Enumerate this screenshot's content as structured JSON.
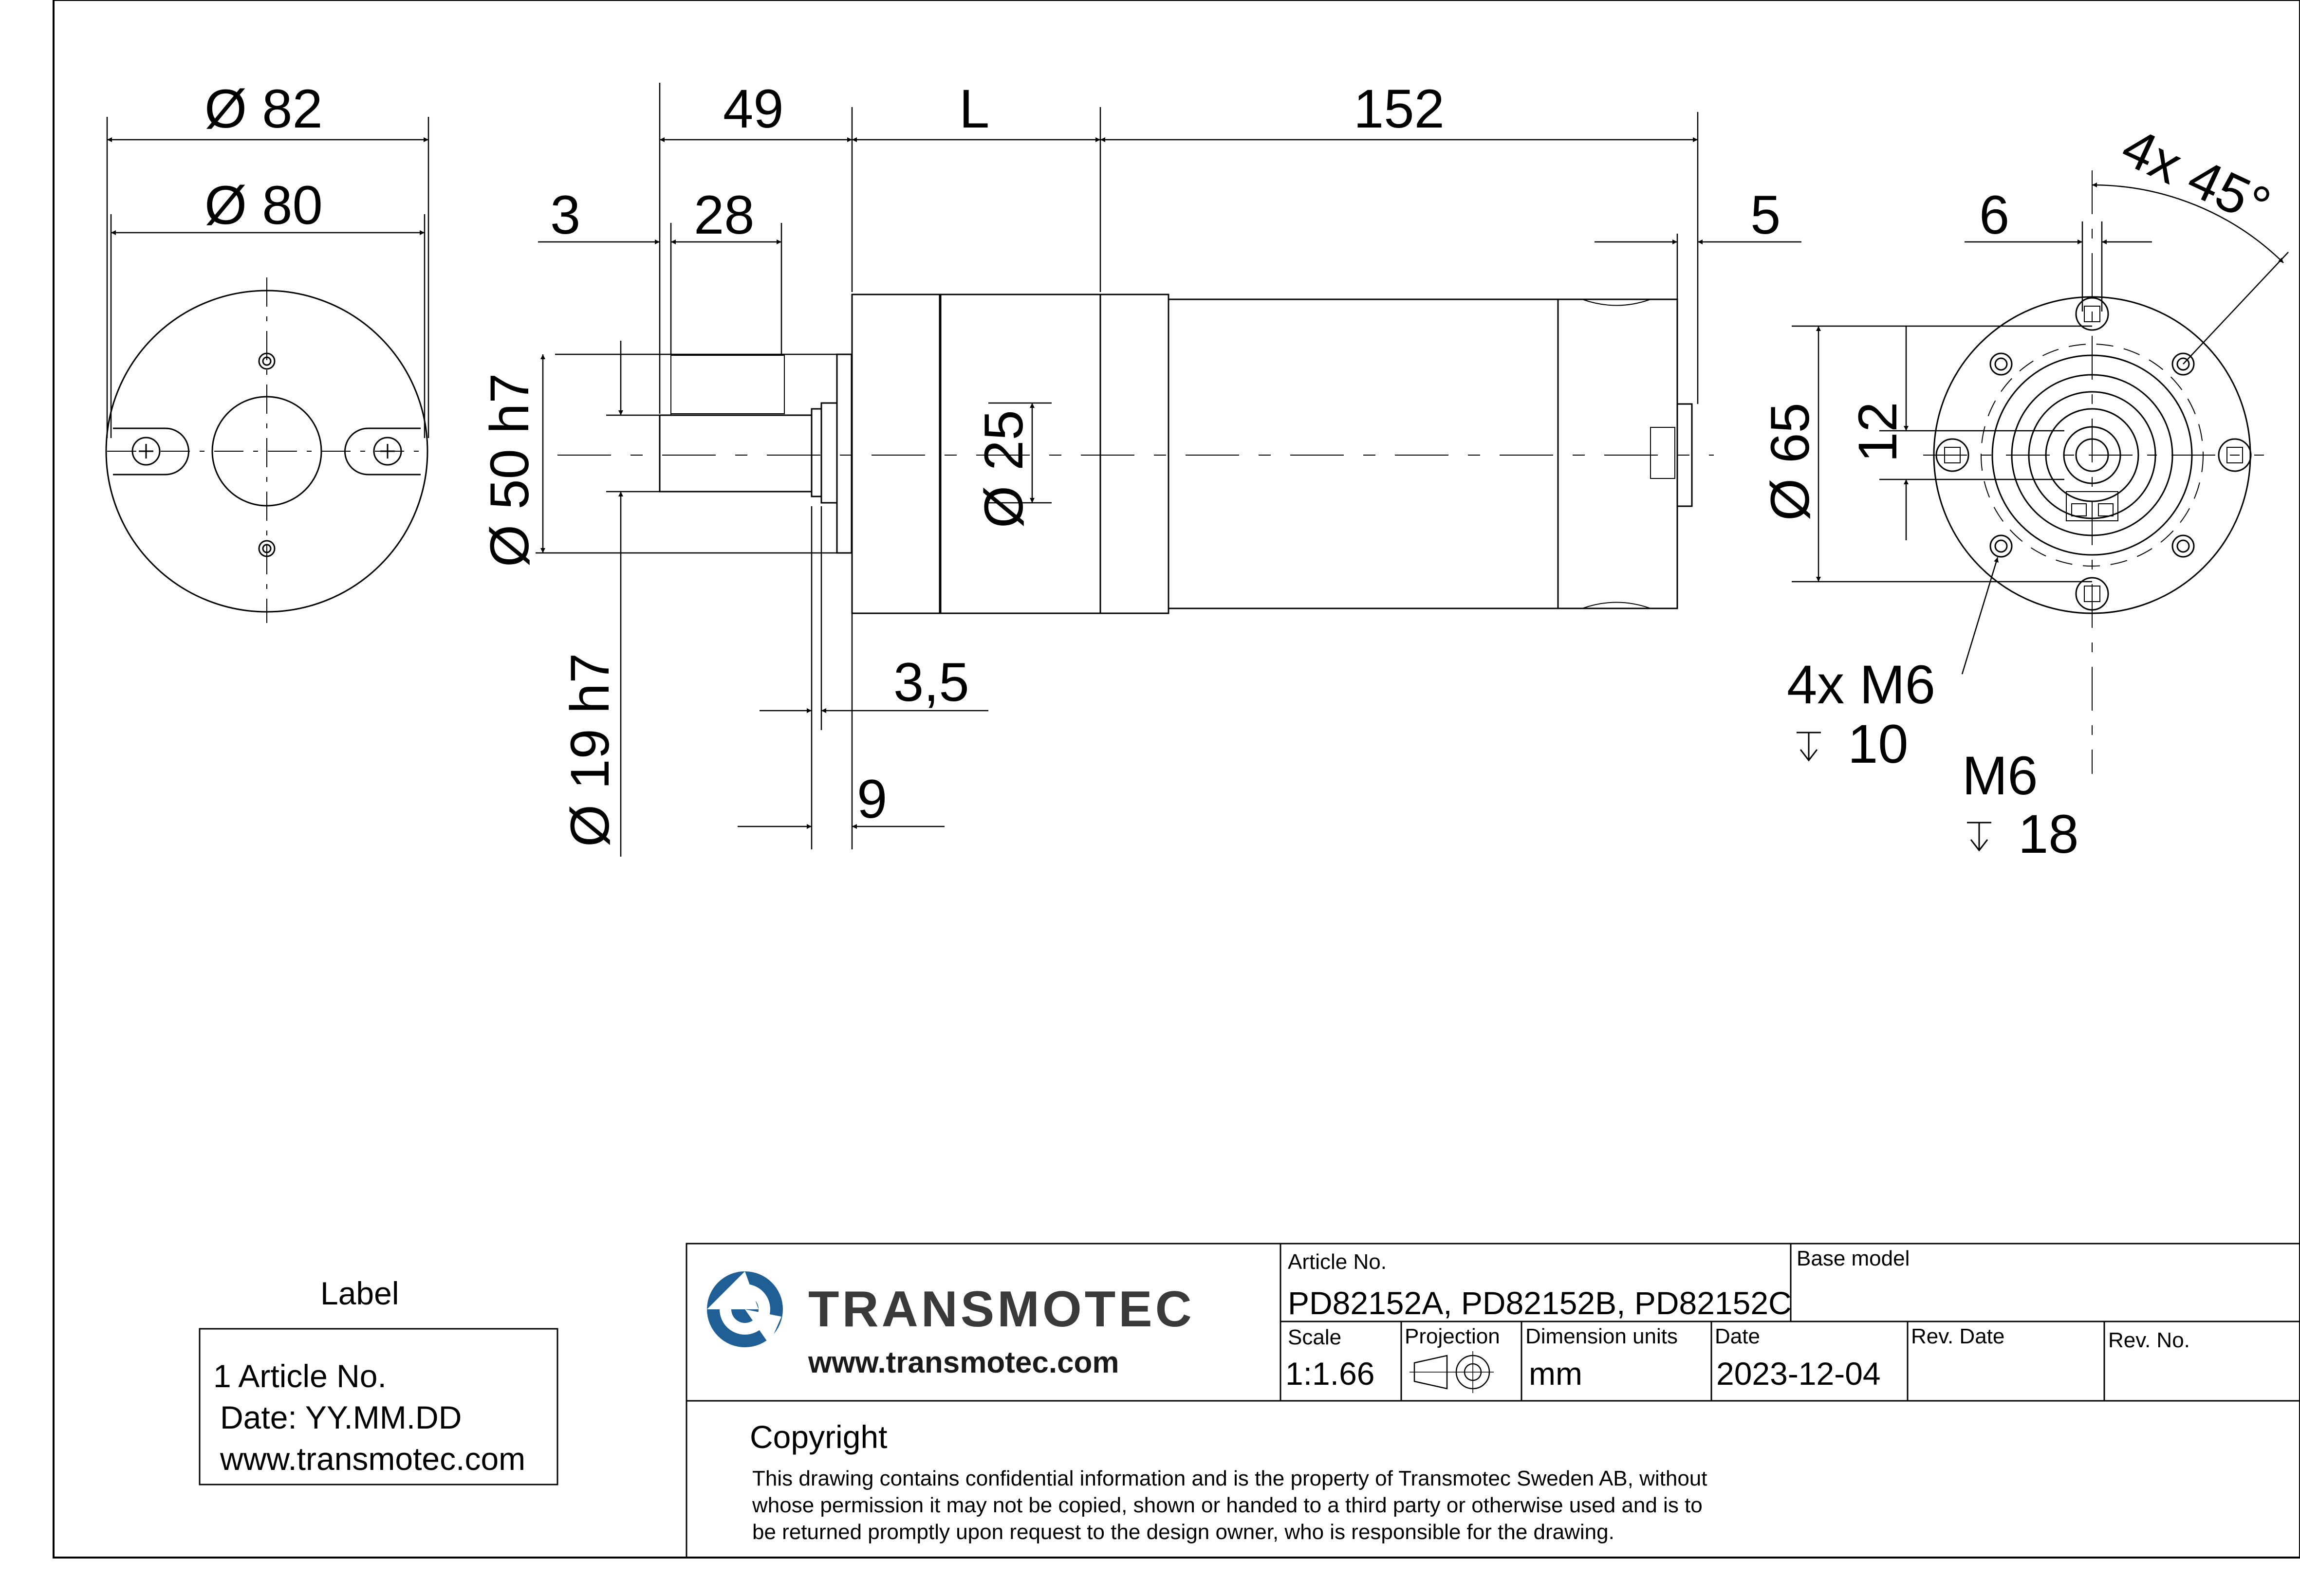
{
  "dimensions": {
    "d82": "Ø 82",
    "d80": "Ø 80",
    "d49": "49",
    "dL": "L",
    "d152": "152",
    "d3": "3",
    "d28": "28",
    "d5": "5",
    "d50h7": "Ø 50 h7",
    "d25": "Ø 25",
    "d19h7": "Ø 19 h7",
    "d3_5": "3,5",
    "d9": "9",
    "d6": "6",
    "angle": "4x 45°",
    "d65": "Ø 65",
    "d12": "12",
    "thread4": "4x M6",
    "depth10": "10",
    "threadCenter": "M6",
    "depth18": "18"
  },
  "label_box": {
    "title": "Label",
    "line1": "1 Article No.",
    "line2": "Date: YY.MM.DD",
    "line3": "www.transmotec.com"
  },
  "title_block": {
    "company": "TRANSMOTEC",
    "website": "www.transmotec.com",
    "article_label": "Article No.",
    "article_value": "PD82152A, PD82152B, PD82152C",
    "base_model_label": "Base model",
    "scale_label": "Scale",
    "scale_value": "1:1.66",
    "projection_label": "Projection",
    "units_label": "Dimension units",
    "units_value": "mm",
    "date_label": "Date",
    "date_value": "2023-12-04",
    "rev_date_label": "Rev. Date",
    "rev_no_label": "Rev. No.",
    "copyright_title": "Copyright",
    "copyright_line1": "This drawing contains confidential information and is the property of Transmotec Sweden AB, without",
    "copyright_line2": "whose permission it may not be copied, shown or handed to a third party or otherwise used and is to",
    "copyright_line3": "be returned promptly upon request to the design owner, who is responsible for the drawing."
  },
  "colors": {
    "logo_blue": "#1f5f96",
    "logo_text": "#3a3a3a"
  }
}
